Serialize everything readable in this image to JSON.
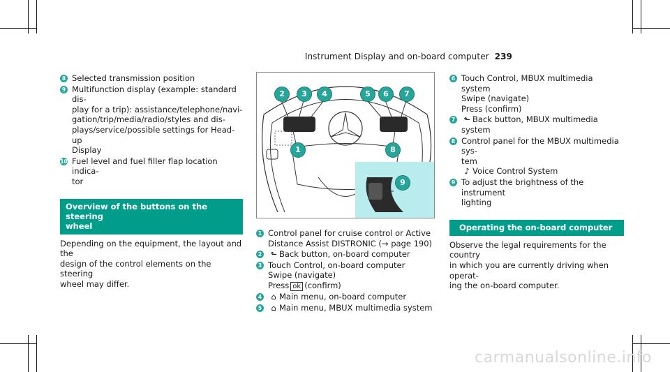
{
  "header": {
    "title": "Instrument Display and on-board computer",
    "page_number": "239"
  },
  "left_list": [
    {
      "num": "8",
      "lines": [
        "Selected transmission position"
      ]
    },
    {
      "num": "9",
      "lines": [
        "Multifunction display (example: standard dis-",
        "play for a trip): assistance/telephone/navi-",
        "gation/trip/media/radio/styles and dis-",
        "plays/service/possible settings for Head-up",
        "Display"
      ]
    },
    {
      "num": "10",
      "lines": [
        "Fuel level and fuel filler flap location indica-",
        "tor"
      ]
    }
  ],
  "section1": {
    "heading_lines": [
      "Overview of the buttons on the steering",
      "wheel"
    ],
    "body_lines": [
      "Depending on the equipment, the layout and the",
      "design of the control elements on the steering",
      "wheel may differ."
    ]
  },
  "diagram_labels": [
    "2",
    "3",
    "4",
    "5",
    "6",
    "7",
    "1",
    "8",
    "9"
  ],
  "middle_list": [
    {
      "num": "1",
      "lines": [
        "Control panel for cruise control or Active",
        "Distance Assist DISTRONIC (→ page 190)"
      ]
    },
    {
      "num": "2",
      "icon": "⬑",
      "lines": [
        "Back button, on-board computer"
      ]
    },
    {
      "num": "3",
      "lines": [
        "Touch Control, on-board computer"
      ],
      "sub": [
        "Swipe (navigate)"
      ],
      "press_prefix": "Press",
      "press_key": "ok",
      "press_suffix": "(confirm)"
    },
    {
      "num": "4",
      "icon": "⌂",
      "lines": [
        "Main menu, on-board computer"
      ]
    },
    {
      "num": "5",
      "icon": "⌂",
      "lines": [
        "Main menu, MBUX multimedia system"
      ]
    }
  ],
  "right_list": [
    {
      "num": "6",
      "lines": [
        "Touch Control, MBUX multimedia system"
      ],
      "sub": [
        "Swipe (navigate)",
        "Press (confirm)"
      ]
    },
    {
      "num": "7",
      "icon": "⬑",
      "lines": [
        "Back button, MBUX multimedia system"
      ]
    },
    {
      "num": "8",
      "lines": [
        "Control panel for the MBUX multimedia sys-",
        "tem"
      ],
      "sub_icon": "♪",
      "sub": [
        "Voice Control System"
      ]
    },
    {
      "num": "9",
      "lines": [
        "To adjust the brightness of the instrument",
        "lighting"
      ]
    }
  ],
  "section2": {
    "heading": "Operating the on-board computer",
    "body_lines": [
      "Observe the legal requirements for the country",
      "in which you are currently driving when operat-",
      "ing the on-board computer."
    ]
  },
  "watermark": "carmanualsonline.info",
  "colors": {
    "accent": "#009e8a",
    "number_badge": "#26a69a",
    "diagram_panel": "#b9ecec"
  }
}
